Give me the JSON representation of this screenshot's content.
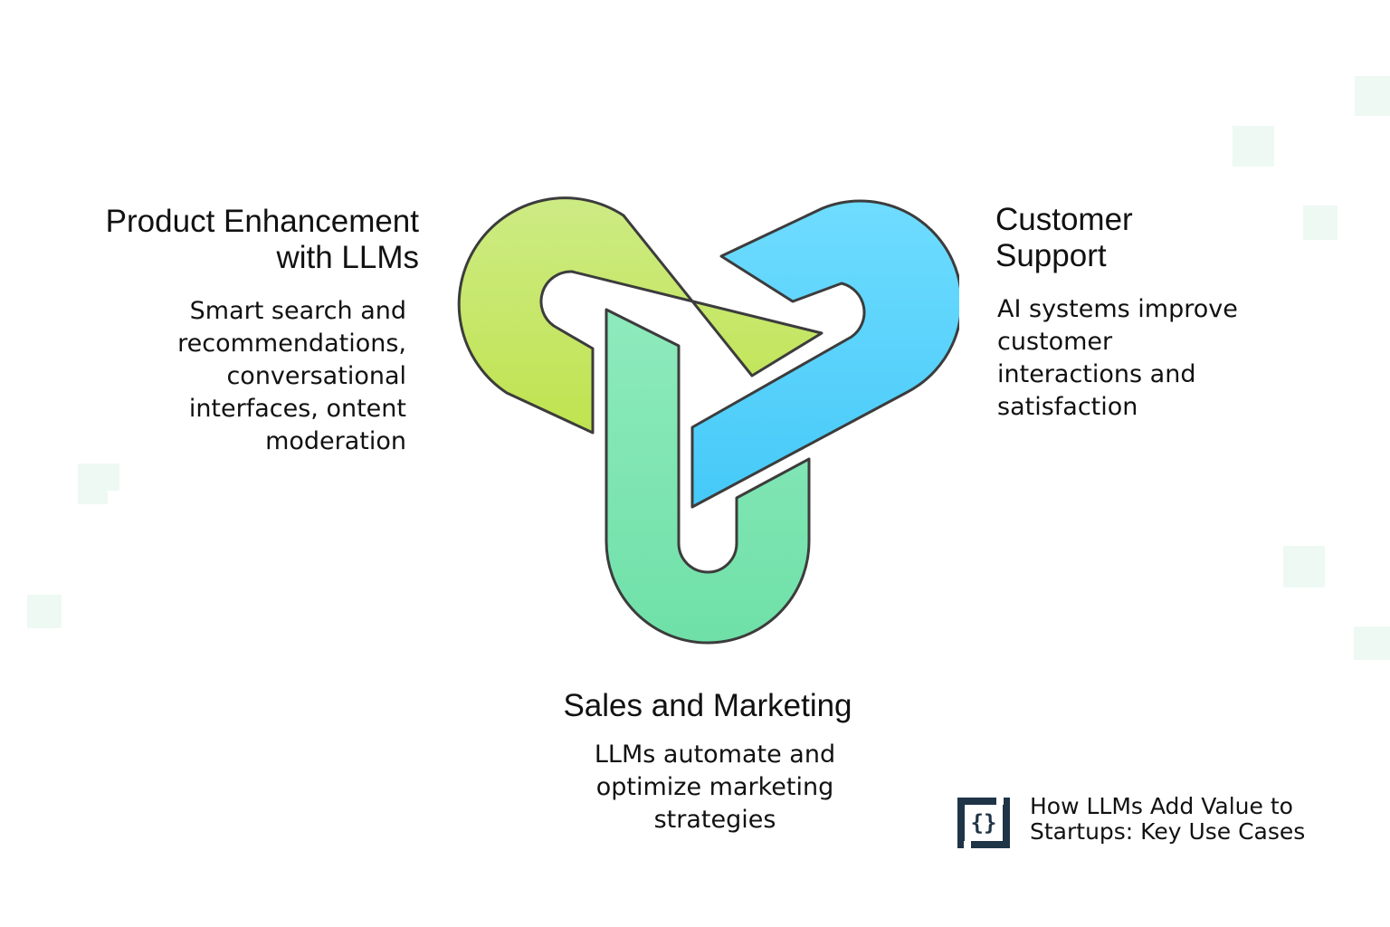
{
  "segments": [
    {
      "id": "product",
      "heading_lines": [
        "Product Enhancement",
        "with LLMs"
      ],
      "description_lines": [
        "Smart search and",
        "recommendations,",
        "conversational",
        "interfaces, ontent",
        "moderation"
      ],
      "color_top": "#cdeb84",
      "color_bottom": "#bfe34f"
    },
    {
      "id": "support",
      "heading_lines": [
        "Customer",
        "Support"
      ],
      "description_lines": [
        "AI systems improve",
        "customer",
        "interactions and",
        "satisfaction"
      ],
      "color_top": "#6fdcff",
      "color_bottom": "#45c9f8"
    },
    {
      "id": "sales",
      "heading_lines": [
        "Sales and Marketing"
      ],
      "description_lines": [
        "LLMs automate and",
        "optimize marketing",
        "strategies"
      ],
      "color_top": "#8eeabc",
      "color_bottom": "#6fe0a8"
    }
  ],
  "footer": {
    "title_lines": [
      "How LLMs Add Value to",
      "Startups: Key Use Cases"
    ],
    "logo_icon": "curly-braces-icon",
    "logo_glyph": "{}"
  },
  "colors": {
    "outline": "#3c3c3c",
    "decor": "#eef9f4",
    "logo": "#1f3447"
  }
}
